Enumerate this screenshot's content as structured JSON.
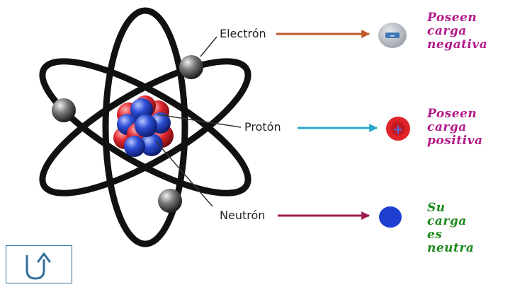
{
  "labels": {
    "electron": "Electrón",
    "proton": "Protón",
    "neutron": "Neutrón"
  },
  "descriptions": {
    "electron": [
      "Poseen",
      "carga",
      "negativa"
    ],
    "proton": [
      "Poseen",
      "carga",
      "positiva"
    ],
    "neutron": [
      "Su",
      "carga",
      "es",
      "neutra"
    ]
  },
  "symbols": {
    "negative": "−",
    "positive": "+"
  },
  "colors": {
    "orbit": "#111111",
    "electron_arrow": "#c0572a",
    "proton_arrow": "#2aa9c9",
    "neutron_arrow": "#a01a4f",
    "proton_desc": "#b01a8a",
    "neutron_desc": "#1e8a1e",
    "nucleus_red": "#e02830",
    "nucleus_blue": "#2d4fd6",
    "electron_ball": "#555555",
    "proton_dot": "#e0242a",
    "neutron_dot": "#1f3fd0",
    "electron_dot": "#b8bcc4"
  },
  "icons": {
    "back": "u-turn-up-arrow-icon"
  }
}
